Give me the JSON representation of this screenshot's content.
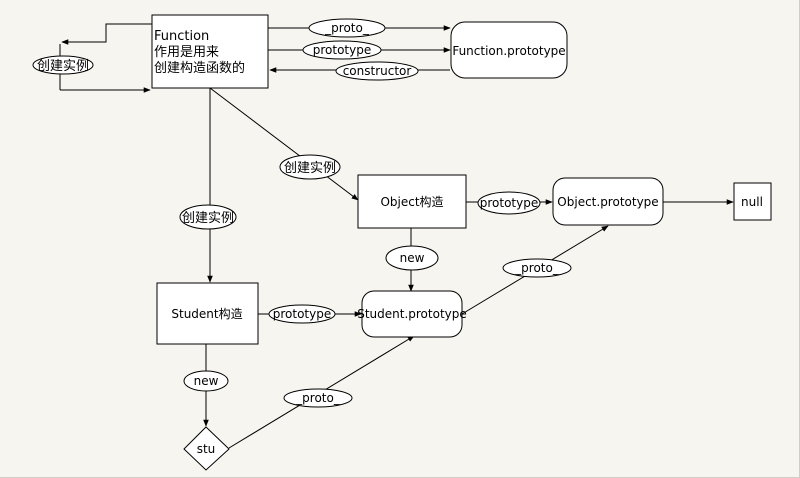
{
  "nodes": {
    "function": {
      "line1": "Function",
      "line2": "作用是用来",
      "line3": "创建构造函数的"
    },
    "function_prototype": {
      "label": "Function.prototype"
    },
    "object_ctor": {
      "label": "Object构造"
    },
    "object_prototype": {
      "label": "Object.prototype"
    },
    "null": {
      "label": "null"
    },
    "student_ctor": {
      "label": "Student构造"
    },
    "student_prototype": {
      "label": "Student.prototype"
    },
    "stu": {
      "label": "stu"
    }
  },
  "edges": {
    "self_loop": "创建实例",
    "fn_proto": "_proto_",
    "fn_prototype": "prototype",
    "fn_constructor": "constructor",
    "fn_to_object": "创建实例",
    "fn_to_student": "创建实例",
    "object_prototype_link": "prototype",
    "object_new": "new",
    "student_proto_to_object": "_proto_",
    "student_prototype_link": "prototype",
    "student_new": "new",
    "stu_proto": "_proto_"
  }
}
